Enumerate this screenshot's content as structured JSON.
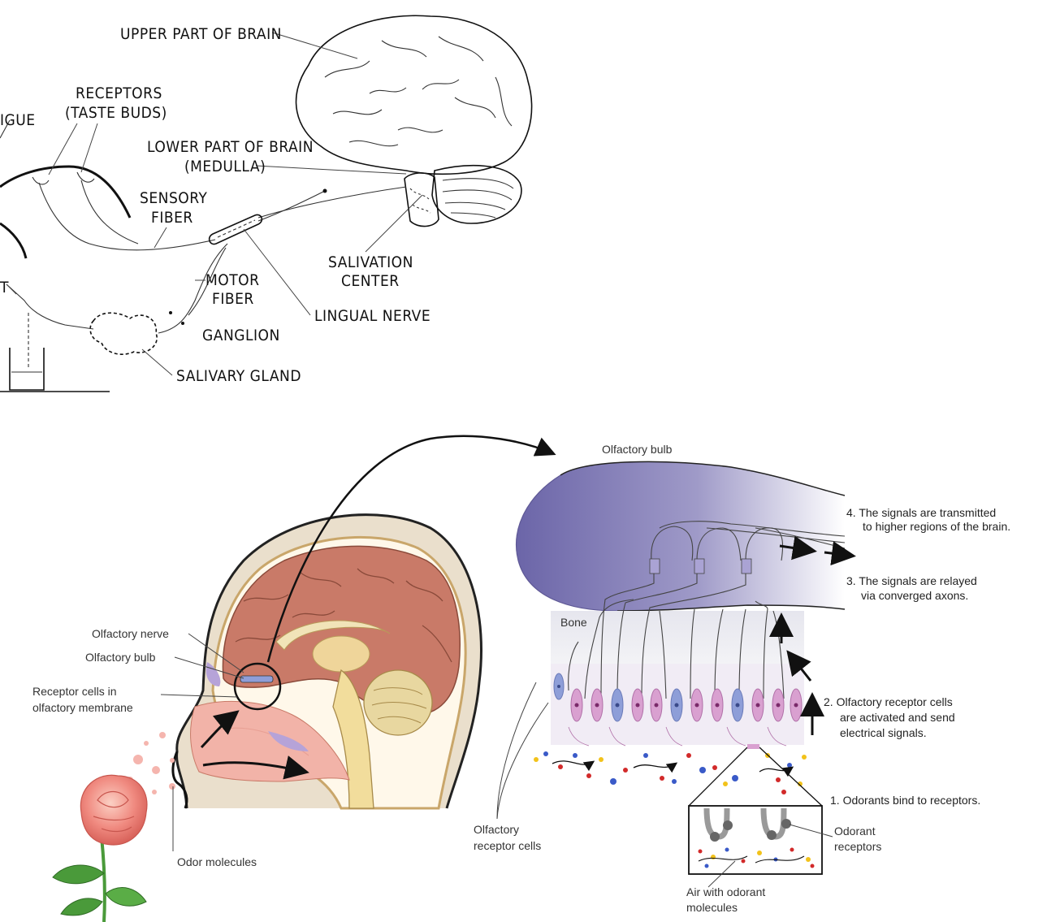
{
  "taste_diagram": {
    "labels": {
      "upper_brain": "UPPER PART OF BRAIN",
      "receptors_1": "RECEPTORS",
      "receptors_2": "(TASTE BUDS)",
      "tongue_partial": "IGUE",
      "lower_brain_1": "LOWER PART OF BRAIN",
      "lower_brain_2": "(MEDULLA)",
      "sensory_fiber_1": "SENSORY",
      "sensory_fiber_2": "FIBER",
      "salivation_1": "SALIVATION",
      "salivation_2": "CENTER",
      "motor_fiber_1": "MOTOR",
      "motor_fiber_2": "FIBER",
      "lingual_nerve": "LINGUAL NERVE",
      "ganglion": "GANGLION",
      "salivary_gland": "SALIVARY GLAND",
      "duct_partial": "T"
    }
  },
  "smell_diagram": {
    "labels": {
      "olfactory_bulb_top": "Olfactory bulb",
      "olfactory_nerve": "Olfactory nerve",
      "olfactory_bulb_side": "Olfactory bulb",
      "receptor_cells_1": "Receptor cells in",
      "receptor_cells_2": "olfactory membrane",
      "odor_molecules": "Odor molecules",
      "olfactory_receptor_cells_1": "Olfactory",
      "olfactory_receptor_cells_2": "receptor cells",
      "bone": "Bone",
      "odorant_receptors_1": "Odorant",
      "odorant_receptors_2": "receptors",
      "air_1": "Air with odorant",
      "air_2": "molecules"
    },
    "steps": {
      "s4_1": "4.  The signals are transmitted",
      "s4_2": "to higher regions of the brain.",
      "s3_1": "3.  The signals are relayed",
      "s3_2": "via converged axons.",
      "s2_1": "2.  Olfactory receptor cells",
      "s2_2": "are activated and send",
      "s2_3": "electrical signals.",
      "s1": "1.  Odorants bind to receptors."
    },
    "colors": {
      "bulb": "#6b65a8",
      "brain": "#c97a68",
      "nasal": "#f2b3a8",
      "receptor_pink": "#d9a0d0",
      "receptor_blue": "#8e9ed8",
      "rose": "#f08a80",
      "leaf": "#4a9a3a"
    }
  }
}
